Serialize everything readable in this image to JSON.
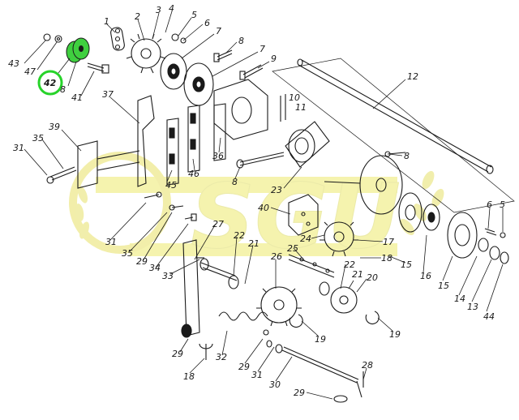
{
  "watermark": {
    "text": "SGU",
    "fill": "#f4f1a0",
    "stroke": "#dfe39a"
  },
  "highlight": {
    "label": "42",
    "circle_color": "#27d32a",
    "part_color": "#3fcf3f"
  },
  "line_color": "#1a1a1a",
  "part_labels": [
    {
      "id": "p1",
      "text": "1"
    },
    {
      "id": "p2",
      "text": "2"
    },
    {
      "id": "p3",
      "text": "3"
    },
    {
      "id": "p4",
      "text": "4"
    },
    {
      "id": "p5a",
      "text": "5"
    },
    {
      "id": "p6a",
      "text": "6"
    },
    {
      "id": "p7a",
      "text": "7"
    },
    {
      "id": "p8a",
      "text": "8"
    },
    {
      "id": "p7b",
      "text": "7"
    },
    {
      "id": "p9",
      "text": "9"
    },
    {
      "id": "p10",
      "text": "10"
    },
    {
      "id": "p11",
      "text": "11"
    },
    {
      "id": "p12",
      "text": "12"
    },
    {
      "id": "p43",
      "text": "43"
    },
    {
      "id": "p47",
      "text": "47"
    },
    {
      "id": "p8b",
      "text": "8"
    },
    {
      "id": "p41",
      "text": "41"
    },
    {
      "id": "p37",
      "text": "37"
    },
    {
      "id": "p39",
      "text": "39"
    },
    {
      "id": "p31a",
      "text": "31"
    },
    {
      "id": "p35a",
      "text": "35"
    },
    {
      "id": "p45",
      "text": "45"
    },
    {
      "id": "p46",
      "text": "46"
    },
    {
      "id": "p36",
      "text": "36"
    },
    {
      "id": "p8c",
      "text": "8"
    },
    {
      "id": "p23",
      "text": "23"
    },
    {
      "id": "p8d",
      "text": "8"
    },
    {
      "id": "p40",
      "text": "40"
    },
    {
      "id": "p31b",
      "text": "31"
    },
    {
      "id": "p35b",
      "text": "35"
    },
    {
      "id": "p29a",
      "text": "29"
    },
    {
      "id": "p34",
      "text": "34"
    },
    {
      "id": "p33",
      "text": "33"
    },
    {
      "id": "p27",
      "text": "27"
    },
    {
      "id": "p22a",
      "text": "22"
    },
    {
      "id": "p21a",
      "text": "21"
    },
    {
      "id": "p25",
      "text": "25"
    },
    {
      "id": "p24",
      "text": "24"
    },
    {
      "id": "p17",
      "text": "17"
    },
    {
      "id": "p18a",
      "text": "18"
    },
    {
      "id": "p15a",
      "text": "15"
    },
    {
      "id": "p16",
      "text": "16"
    },
    {
      "id": "p15b",
      "text": "15"
    },
    {
      "id": "p6b",
      "text": "6"
    },
    {
      "id": "p5b",
      "text": "5"
    },
    {
      "id": "p14",
      "text": "14"
    },
    {
      "id": "p13",
      "text": "13"
    },
    {
      "id": "p44",
      "text": "44"
    },
    {
      "id": "p26",
      "text": "26"
    },
    {
      "id": "p22b",
      "text": "22"
    },
    {
      "id": "p21b",
      "text": "21"
    },
    {
      "id": "p20",
      "text": "20"
    },
    {
      "id": "p19a",
      "text": "19"
    },
    {
      "id": "p19b",
      "text": "19"
    },
    {
      "id": "p29b",
      "text": "29"
    },
    {
      "id": "p32",
      "text": "32"
    },
    {
      "id": "p18b",
      "text": "18"
    },
    {
      "id": "p29c",
      "text": "29"
    },
    {
      "id": "p31c",
      "text": "31"
    },
    {
      "id": "p30",
      "text": "30"
    },
    {
      "id": "p28",
      "text": "28"
    },
    {
      "id": "p29d",
      "text": "29"
    }
  ]
}
